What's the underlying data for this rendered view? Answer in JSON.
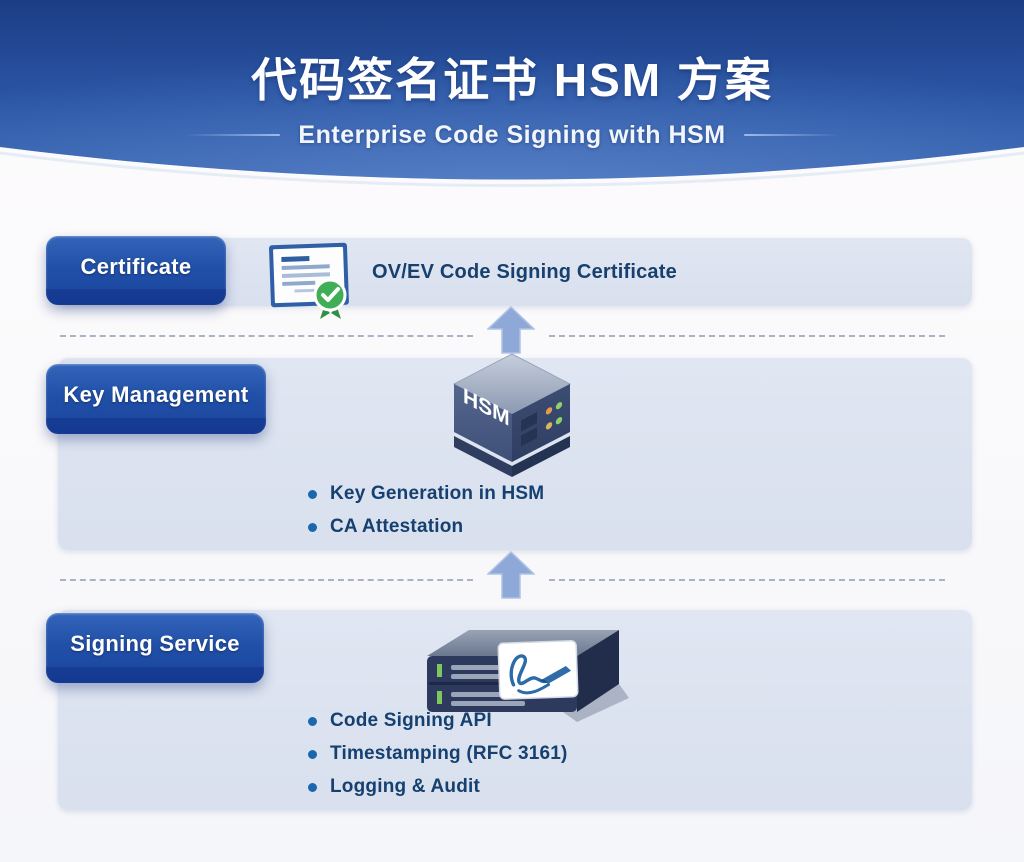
{
  "header": {
    "title": "代码签名证书 HSM 方案",
    "subtitle": "Enterprise Code Signing with HSM"
  },
  "sections": [
    {
      "badge": "Certificate",
      "item": "OV/EV Code Signing Certificate",
      "icon": "certificate-seal-icon"
    },
    {
      "badge": "Key Management",
      "icon": "hsm-device-icon",
      "icon_label": "HSM",
      "bullets": [
        "Key Generation in HSM",
        "CA Attestation"
      ]
    },
    {
      "badge": "Signing Service",
      "icon": "signing-server-icon",
      "bullets": [
        "Code Signing API",
        "Timestamping (RFC 3161)",
        "Logging & Audit"
      ]
    }
  ],
  "colors": {
    "header_blue_dark": "#1c3d84",
    "header_blue_light": "#3a66b2",
    "badge_blue": "#1f4aa0",
    "card_bg": "#dce3ef",
    "text_navy": "#15406f",
    "bullet_dot": "#1a67ad",
    "arrow_blue": "#8ea8d8",
    "check_green": "#3fae55"
  }
}
